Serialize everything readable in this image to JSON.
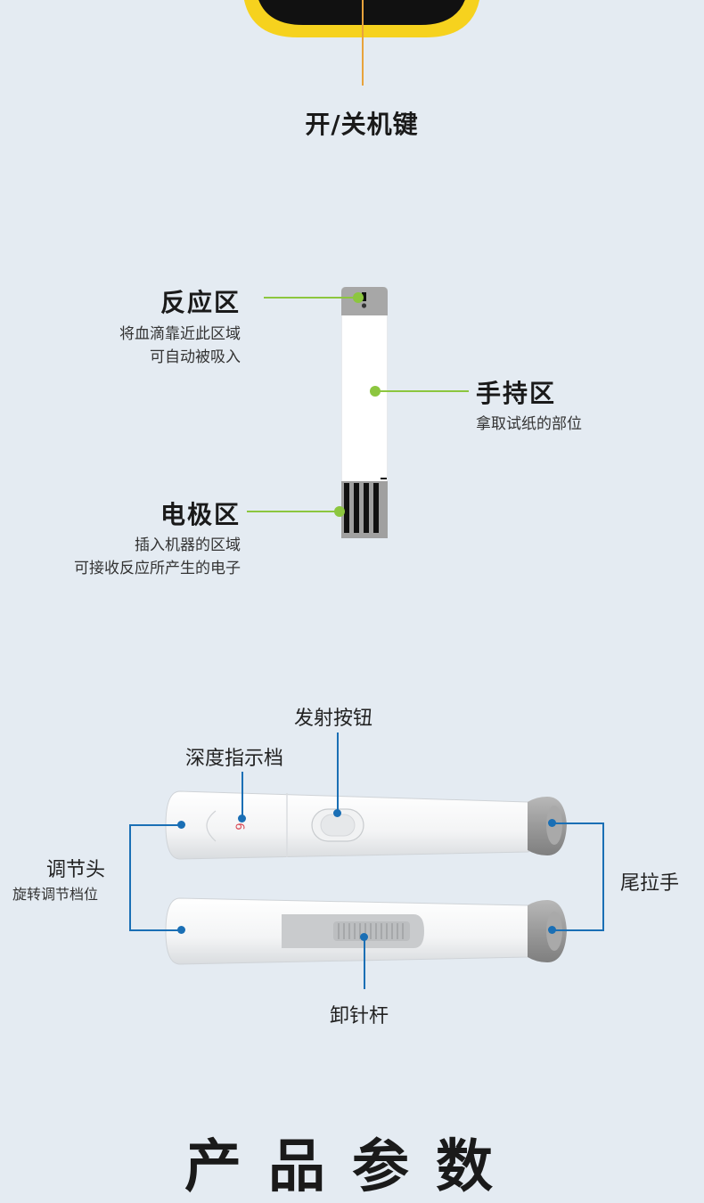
{
  "meter": {
    "power_label": "开/关机键"
  },
  "strip": {
    "reaction_zone": {
      "title": "反应区",
      "desc_lines": [
        "将血滴靠近此区域",
        "可自动被吸入"
      ]
    },
    "handle_zone": {
      "title": "手持区",
      "desc": "拿取试纸的部位"
    },
    "electrode_zone": {
      "title": "电极区",
      "desc_lines": [
        "插入机器的区域",
        "可接收反应所产生的电子"
      ]
    },
    "accent_color": "#8cc63f"
  },
  "lancet": {
    "release_button": "发射按钮",
    "depth_indicator": "深度指示档",
    "depth_value": "6",
    "adjust_head": {
      "title": "调节头",
      "desc": "旋转调节档位"
    },
    "tail_handle": "尾拉手",
    "eject_lever": "卸针杆",
    "accent_color": "#1a6fb5"
  },
  "footer": {
    "section_title": "产品参数"
  }
}
